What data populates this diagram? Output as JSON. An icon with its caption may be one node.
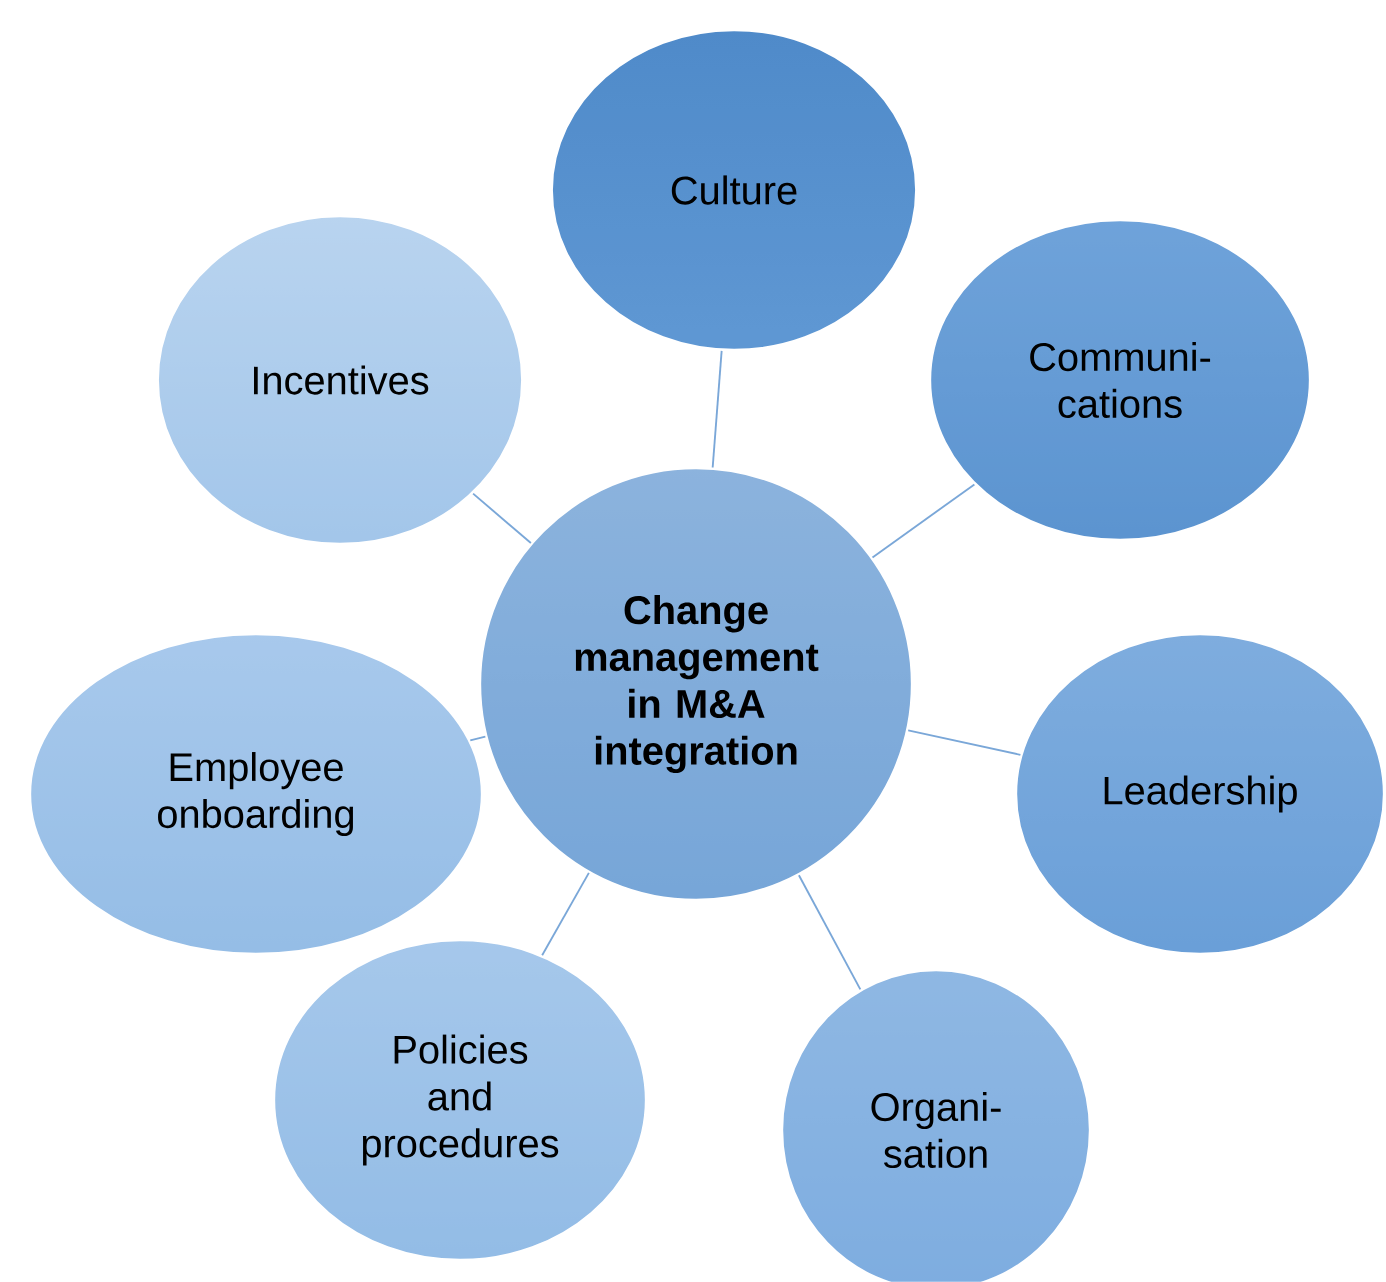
{
  "diagram": {
    "nodes": [
      {
        "text": [
          "Culture"
        ]
      },
      {
        "text": [
          "Incentives"
        ]
      },
      {
        "text": [
          "Communi- cations"
        ]
      },
      {
        "text": [
          "Change management in M&A integration"
        ]
      },
      {
        "text": [
          "Employee onboarding"
        ]
      },
      {
        "text": [
          "Leadership"
        ]
      },
      {
        "text": [
          "Policies and procedures"
        ]
      },
      {
        "text": [
          "Organi- sation"
        ]
      }
    ],
    "edges": [
      {
        "from": 3,
        "to": 0,
        "arrow": "none"
      },
      {
        "from": 3,
        "to": 2,
        "arrow": "none"
      },
      {
        "from": 3,
        "to": 5,
        "arrow": "none"
      },
      {
        "from": 3,
        "to": 7,
        "arrow": "none"
      },
      {
        "from": 3,
        "to": 6,
        "arrow": "none"
      },
      {
        "from": 3,
        "to": 4,
        "arrow": "none"
      },
      {
        "from": 3,
        "to": 1,
        "arrow": "none"
      }
    ]
  }
}
